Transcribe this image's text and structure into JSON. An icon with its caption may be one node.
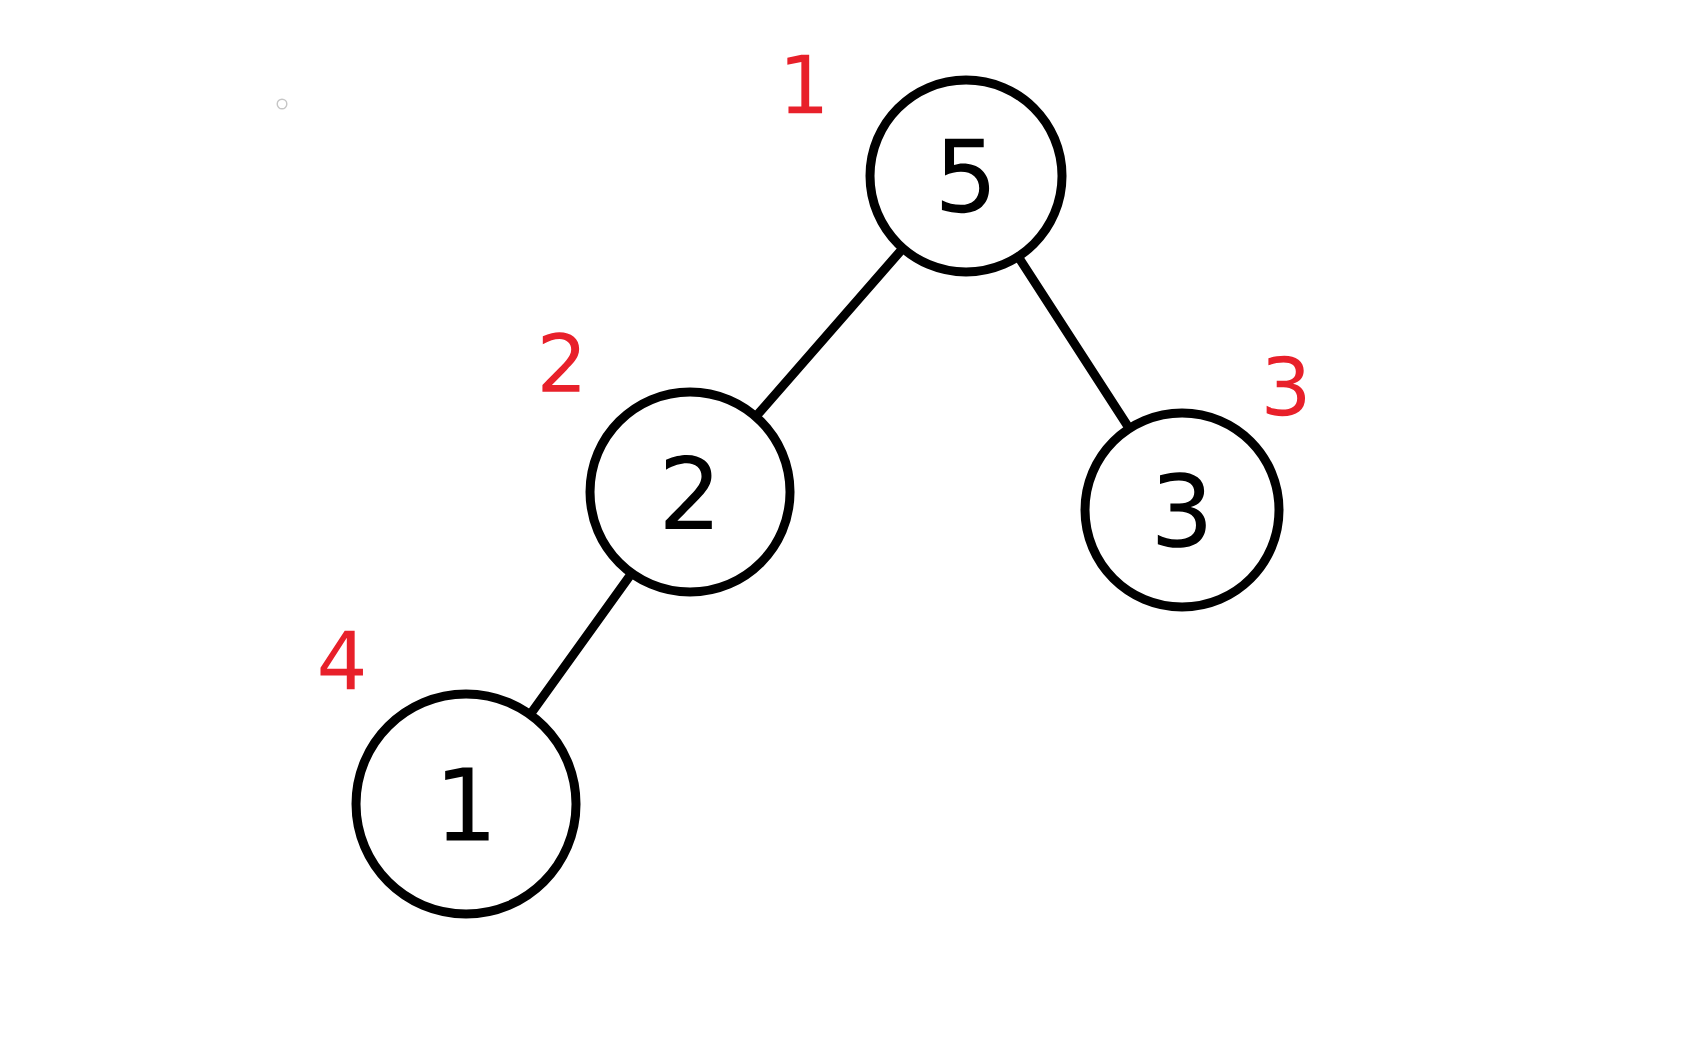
{
  "diagram": {
    "nodes": [
      {
        "text": [
          "5"
        ],
        "beside": [
          "1"
        ]
      },
      {
        "text": [
          "2"
        ],
        "beside": [
          "2"
        ]
      },
      {
        "text": [
          "3"
        ],
        "beside": [
          "3"
        ]
      },
      {
        "text": [
          "1"
        ],
        "beside": [
          "4"
        ]
      }
    ],
    "edges": [
      {
        "from": 0,
        "to": 1,
        "arrow": "none"
      },
      {
        "from": 0,
        "to": 2,
        "arrow": "none"
      },
      {
        "from": 1,
        "to": 3,
        "arrow": "none"
      }
    ]
  }
}
